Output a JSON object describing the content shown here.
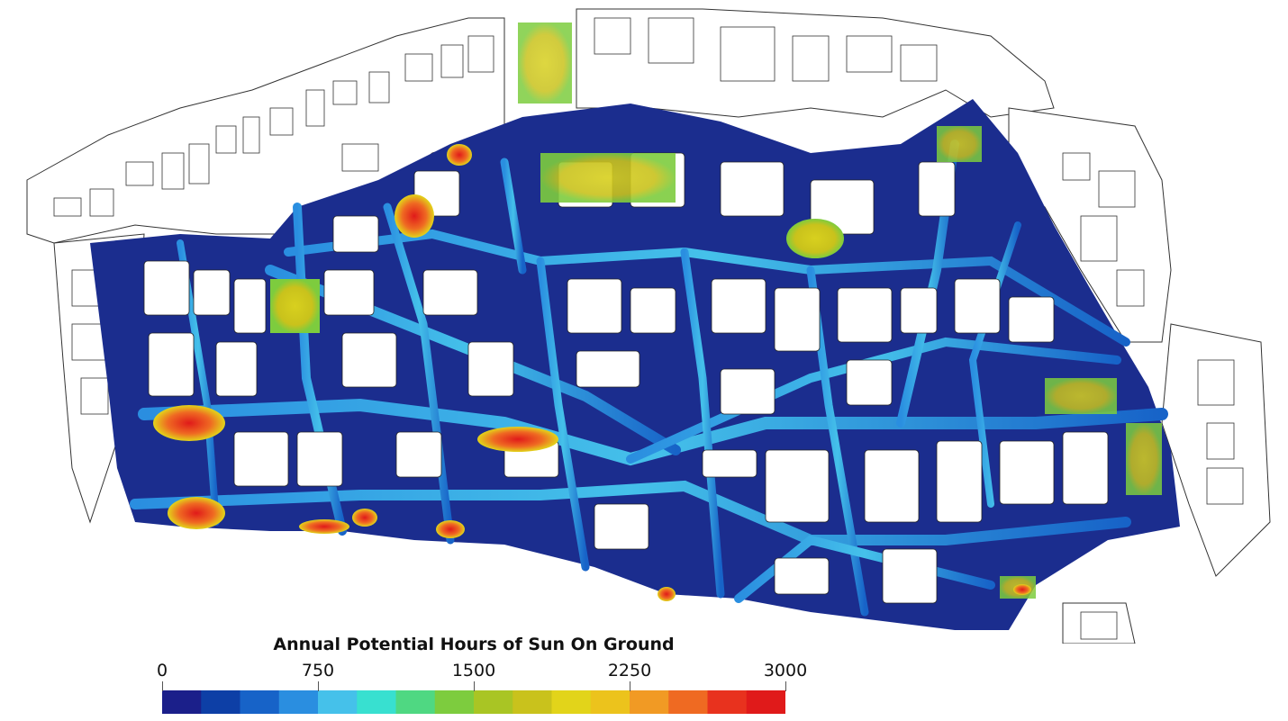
{
  "legend": {
    "title": "Annual Potential Hours of Sun On Ground",
    "ticks": [
      "0",
      "750",
      "1500",
      "2250",
      "3000"
    ],
    "range": [
      0,
      3000
    ],
    "colors": [
      "#1b1f8a",
      "#0d3fa6",
      "#1763c8",
      "#2a8ee0",
      "#45c1ea",
      "#38e0d0",
      "#4fd882",
      "#7dcc3e",
      "#a9c524",
      "#c9c21c",
      "#e2d41a",
      "#ecc31c",
      "#f19a24",
      "#ef6a22",
      "#e8321e",
      "#e01a1a"
    ]
  },
  "map": {
    "description_colors": {
      "building_fill": "#ffffff",
      "building_stroke": "#222222",
      "street_low": "#1b2d8e",
      "street_mid": "#3ec3e6",
      "open_space": "#c9c21c",
      "hot_spot": "#e8321e"
    }
  }
}
